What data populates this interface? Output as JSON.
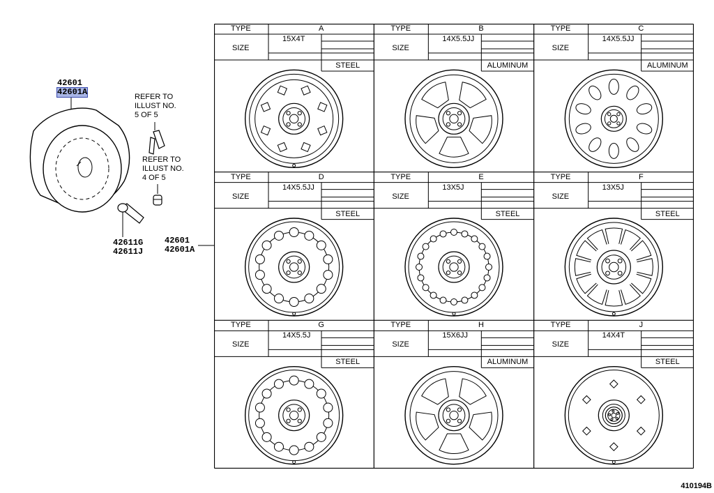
{
  "left": {
    "wheel_pn": [
      "42601",
      "42601A"
    ],
    "refer1": [
      "REFER TO",
      "ILLUST NO.",
      "5 OF 5"
    ],
    "refer2": [
      "REFER TO",
      "ILLUST NO.",
      "4 OF 5"
    ],
    "valve_pn": [
      "42611G",
      "42611J"
    ],
    "table_pn": [
      "42601",
      "42601A"
    ]
  },
  "table": {
    "type_label": "TYPE",
    "size_label": "SIZE",
    "cells": [
      {
        "type": "A",
        "size": "15X4T",
        "material": "STEEL",
        "wheel": "steel-slots"
      },
      {
        "type": "B",
        "size": "14X5.5JJ",
        "material": "ALUMINUM",
        "wheel": "alloy-5spoke"
      },
      {
        "type": "C",
        "size": "14X5.5JJ",
        "material": "ALUMINUM",
        "wheel": "alloy-10hole"
      },
      {
        "type": "D",
        "size": "14X5.5JJ",
        "material": "STEEL",
        "wheel": "steel-circles"
      },
      {
        "type": "E",
        "size": "13X5J",
        "material": "STEEL",
        "wheel": "steel-circles-dense"
      },
      {
        "type": "F",
        "size": "13X5J",
        "material": "STEEL",
        "wheel": "steel-arches"
      },
      {
        "type": "G",
        "size": "14X5.5J",
        "material": "STEEL",
        "wheel": "steel-circles"
      },
      {
        "type": "H",
        "size": "15X6JJ",
        "material": "ALUMINUM",
        "wheel": "alloy-5spoke-open"
      },
      {
        "type": "J",
        "size": "14X4T",
        "material": "STEEL",
        "wheel": "steel-spare"
      }
    ]
  },
  "reference_code": "410194B",
  "colors": {
    "line": "#000000",
    "highlight": "#a9b6e6"
  }
}
